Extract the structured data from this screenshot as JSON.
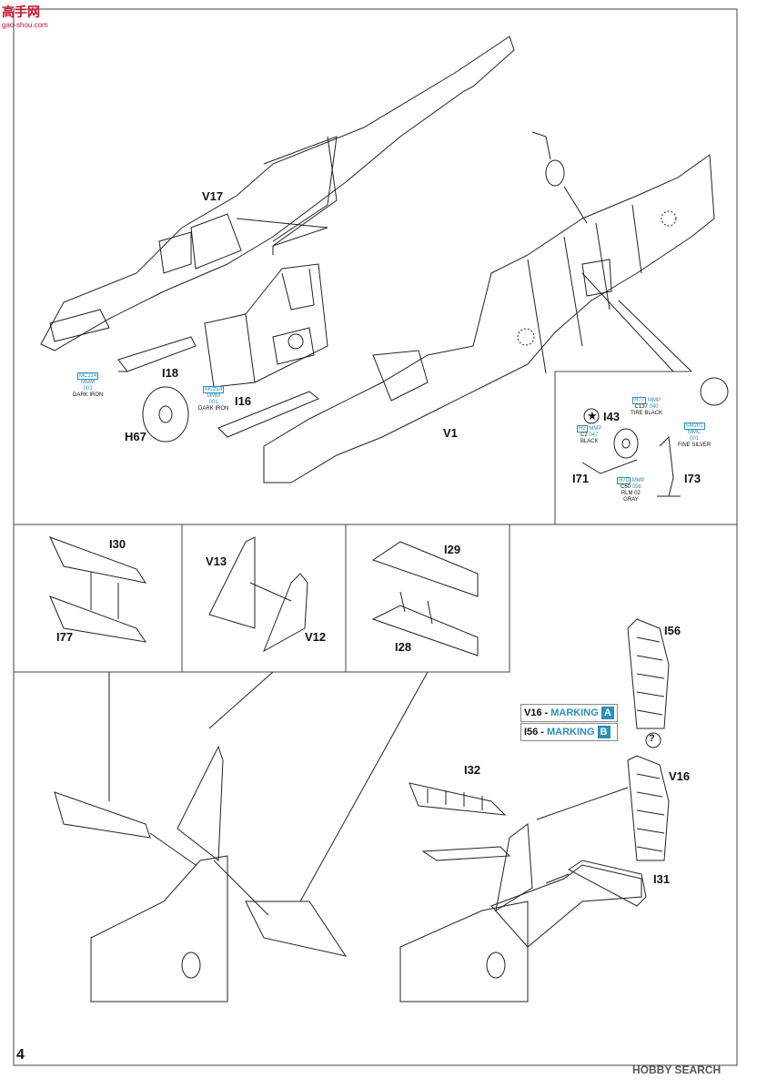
{
  "page_number": "4",
  "watermark_top": {
    "chars": "高手网",
    "url": "gao-shou.com"
  },
  "watermark_bottom": {
    "brand": "HOBBY SEARCH"
  },
  "part_labels": {
    "V17": "V17",
    "I18": "I18",
    "H67": "H67",
    "I16": "I16",
    "V1": "V1",
    "I43": "I43",
    "I71": "I71",
    "I73": "I73",
    "I30": "I30",
    "I77": "I77",
    "V13": "V13",
    "V12": "V12",
    "I29": "I29",
    "I28": "I28",
    "I56": "I56",
    "I32": "I32",
    "V16": "V16",
    "I31": "I31"
  },
  "colors": {
    "cockpit_h67": {
      "c1": "MC214",
      "c2": "MMM",
      "c3": "001",
      "name": "DARK IRON"
    },
    "cockpit_i16": {
      "c1": "MC214",
      "c2": "MMM",
      "c3": "001",
      "name": "DARK IRON"
    },
    "tire": {
      "c1": "H77",
      "c2": "MMP",
      "c1b": "C137",
      "c3": "040",
      "name": "TIRE BLACK"
    },
    "black": {
      "c1": "H2",
      "c2": "MMP",
      "c1b": "C2",
      "c3": "047",
      "name": "BLACK"
    },
    "silver": {
      "c1": "SM201",
      "c2": "MMC",
      "c3": "001",
      "name": "FINE SILVER"
    },
    "gray": {
      "c1": "H70",
      "c2": "MMP",
      "c1b": "C60",
      "c3": "056",
      "name": "RLM 02",
      "name2": "GRAY"
    }
  },
  "markings": [
    {
      "part": "V16",
      "sep": " - ",
      "word": "MARKING",
      "letter": "A"
    },
    {
      "part": "I56",
      "sep": " - ",
      "word": "MARKING",
      "letter": "B"
    }
  ],
  "symbols": {
    "question": "?",
    "star": "★"
  },
  "accent": "#2a8fb8"
}
